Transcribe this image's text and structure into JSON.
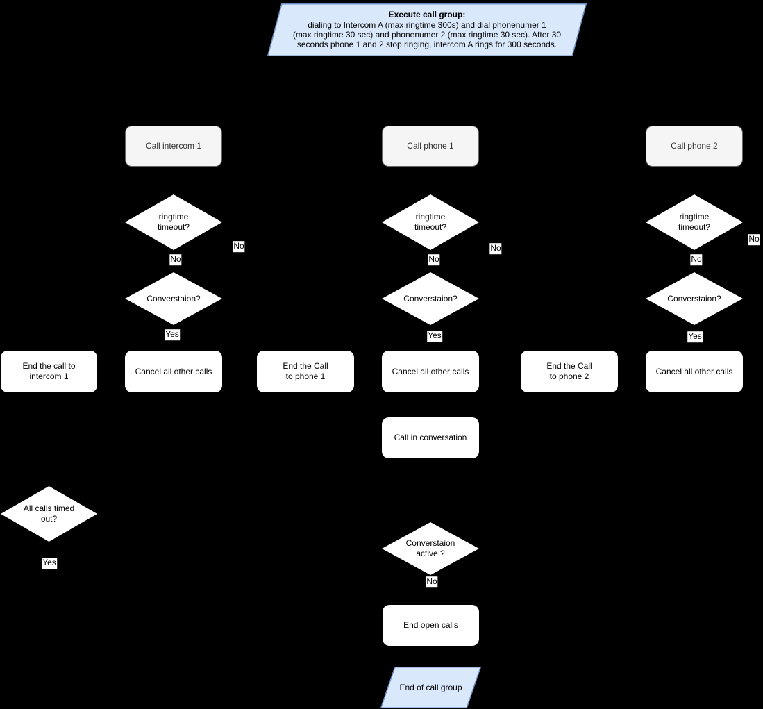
{
  "colors": {
    "background": "#000000",
    "start_fill": "#dae8fc",
    "start_border": "#6c8ebf",
    "call_fill": "#f5f5f5",
    "call_border": "#666666",
    "call_text": "#333333",
    "node_fill": "#ffffff",
    "node_text": "#000000"
  },
  "start": {
    "heading": "Execute call group:",
    "body": "dialing to Intercom A (max ringtime 300s) and dial phonenumer 1\n(max ringtime 30 sec) and phonenumer 2 (max ringtime 30 sec). After 30\nseconds phone 1 and 2 stop ringing, intercom A rings for 300 seconds."
  },
  "columns": [
    {
      "call": "Call intercom 1",
      "ringtime": "ringtime\ntimeout?",
      "ringtime_no_below": "No",
      "ringtime_no_right": "No",
      "conversation": "Converstaion?",
      "conversation_yes": "Yes",
      "end_call": "End the call to\nintercom 1",
      "cancel": "Cancel all other calls"
    },
    {
      "call": "Call phone 1",
      "ringtime": "ringtime\ntimeout?",
      "ringtime_no_below": "No",
      "ringtime_no_right": "No",
      "conversation": "Converstaion?",
      "conversation_yes": "Yes",
      "end_call": "End the Call\nto phone 1",
      "cancel": "Cancel all other calls"
    },
    {
      "call": "Call phone 2",
      "ringtime": "ringtime\ntimeout?",
      "ringtime_no_below": "No",
      "ringtime_no_right": "No",
      "conversation": "Converstaion?",
      "conversation_yes": "Yes",
      "end_call": "End the Call\nto phone 2",
      "cancel": "Cancel all other calls"
    }
  ],
  "left_branch": {
    "all_calls_timed_out": "All calls timed\nout?",
    "yes": "Yes"
  },
  "middle_branch": {
    "call_in_conversation": "Call in conversation",
    "conversation_active": "Converstaion\nactive ?",
    "no": "No",
    "end_open_calls": "End open calls"
  },
  "end": {
    "label": "End of call group"
  }
}
